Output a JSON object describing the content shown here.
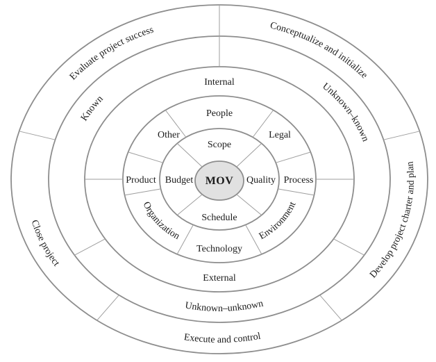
{
  "diagram": {
    "description": "Concentric project risk identification framework rings",
    "center_label": "MOV",
    "ring1": {
      "top": "Scope",
      "right": "Quality",
      "bottom": "Schedule",
      "left": "Budget"
    },
    "ring2": {
      "top": "People",
      "upper_right": "Legal",
      "right": "Process",
      "lower_right": "Environment",
      "bottom": "Technology",
      "lower_left": "Organization",
      "left": "Product",
      "upper_left": "Other"
    },
    "ring3": {
      "top": "Internal",
      "bottom": "External"
    },
    "ring4": {
      "upper_left": "Known",
      "upper_right": "Unknown–known",
      "bottom": "Unknown–unknown"
    },
    "ring5": {
      "upper_left": "Evaluate project success",
      "upper_right": "Conceptualize and initialize",
      "right": "Develop project charter and plan",
      "bottom": "Execute and control",
      "left": "Close project"
    },
    "colors": {
      "ring_stroke": "#8d8d8d",
      "divider_stroke": "#9e9e9e",
      "text": "#1b1b1b",
      "center_fill": "#e1e1e1",
      "background": "#ffffff"
    }
  }
}
